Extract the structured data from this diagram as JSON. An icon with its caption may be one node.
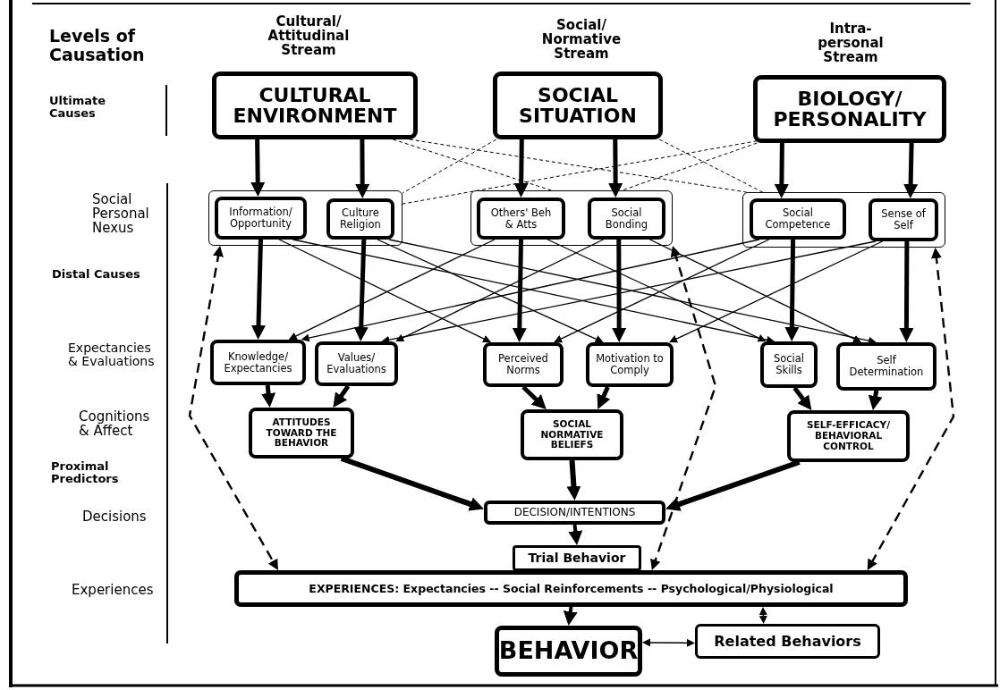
{
  "diagram": {
    "nodes": [
      {
        "text": [
          "CULTURAL ENVIRONMENT"
        ]
      },
      {
        "text": [
          "SOCIAL SITUATION"
        ]
      },
      {
        "text": [
          "BIOLOGY/ PERSONALITY"
        ]
      },
      {
        "text": [],
        "shape": "box"
      },
      {
        "text": [
          "Information/ Opportunity"
        ],
        "in": 3
      },
      {
        "text": [
          "Culture Religion"
        ],
        "in": 3
      },
      {
        "text": [],
        "shape": "box"
      },
      {
        "text": [
          "Others' Beh & Atts"
        ],
        "in": 6
      },
      {
        "text": [
          "Social Bonding"
        ],
        "in": 6
      },
      {
        "text": [],
        "shape": "box"
      },
      {
        "text": [
          "Social Competence"
        ],
        "in": 9
      },
      {
        "text": [
          "Sense of Self"
        ],
        "in": 9
      },
      {
        "text": [
          "Knowledge/ Expectancies"
        ]
      },
      {
        "text": [
          "Values/ Evaluations"
        ]
      },
      {
        "text": [
          "Perceived Norms"
        ]
      },
      {
        "text": [
          "Motivation to Comply"
        ]
      },
      {
        "text": [
          "Social Skills"
        ]
      },
      {
        "text": [
          "Self Determination"
        ]
      },
      {
        "text": [
          "ATTITUDES TOWARD THE BEHAVIOR"
        ]
      },
      {
        "text": [
          "SOCIAL NORMATIVE BELIEFS"
        ]
      },
      {
        "text": [
          "SELF-EFFICACY/ BEHAVIORAL CONTROL"
        ]
      },
      {
        "text": [
          "DECISION/INTENTIONS"
        ]
      },
      {
        "text": [
          "Trial Behavior"
        ]
      },
      {
        "text": [
          "EXPERIENCES: Expectancies -- Social Reinforcements -- Psychological/Physiological"
        ]
      },
      {
        "text": [
          "BEHAVIOR"
        ]
      },
      {
        "text": [
          "Related Behaviors"
        ]
      }
    ],
    "edges": [
      {
        "from": 0,
        "to": 4,
        "arrow": "to",
        "style": "thick"
      },
      {
        "from": 0,
        "to": 5,
        "arrow": "to",
        "style": "thick"
      },
      {
        "from": 1,
        "to": 7,
        "arrow": "to",
        "style": "thick"
      },
      {
        "from": 1,
        "to": 8,
        "arrow": "to",
        "style": "thick"
      },
      {
        "from": 2,
        "to": 10,
        "arrow": "to",
        "style": "thick"
      },
      {
        "from": 2,
        "to": 11,
        "arrow": "to",
        "style": "thick"
      },
      {
        "from": 4,
        "to": 12,
        "arrow": "to",
        "style": "thick"
      },
      {
        "from": 5,
        "to": 13,
        "arrow": "to",
        "style": "thick"
      },
      {
        "from": 7,
        "to": 14,
        "arrow": "to",
        "style": "thick"
      },
      {
        "from": 8,
        "to": 15,
        "arrow": "to",
        "style": "thick"
      },
      {
        "from": 10,
        "to": 16,
        "arrow": "to",
        "style": "thick"
      },
      {
        "from": 11,
        "to": 17,
        "arrow": "to",
        "style": "thick"
      },
      {
        "from": 12,
        "to": 18,
        "arrow": "to",
        "style": "thick"
      },
      {
        "from": 13,
        "to": 18,
        "arrow": "to",
        "style": "thick"
      },
      {
        "from": 14,
        "to": 19,
        "arrow": "to",
        "style": "thick"
      },
      {
        "from": 15,
        "to": 19,
        "arrow": "to",
        "style": "thick"
      },
      {
        "from": 16,
        "to": 20,
        "arrow": "to",
        "style": "thick"
      },
      {
        "from": 17,
        "to": 20,
        "arrow": "to",
        "style": "thick"
      },
      {
        "from": 18,
        "to": 21,
        "arrow": "to",
        "style": "thick"
      },
      {
        "from": 19,
        "to": 21,
        "arrow": "to",
        "style": "thick"
      },
      {
        "from": 20,
        "to": 21,
        "arrow": "to",
        "style": "thick"
      },
      {
        "from": 21,
        "to": 22,
        "arrow": "to"
      },
      {
        "from": 23,
        "to": 24,
        "arrow": "to"
      },
      {
        "from": 24,
        "to": 25,
        "arrow": "both"
      },
      {
        "from": 23,
        "to": 25,
        "arrow": "both"
      },
      {
        "from": 0,
        "to": 6,
        "arrow": "none",
        "style": "dashed"
      },
      {
        "from": 0,
        "to": 9,
        "arrow": "none",
        "style": "dashed"
      },
      {
        "from": 1,
        "to": 3,
        "arrow": "none",
        "style": "dashed"
      },
      {
        "from": 1,
        "to": 9,
        "arrow": "none",
        "style": "dashed"
      },
      {
        "from": 2,
        "to": 3,
        "arrow": "none",
        "style": "dashed"
      },
      {
        "from": 2,
        "to": 6,
        "arrow": "none",
        "style": "dashed"
      },
      {
        "from": 4,
        "to": 14,
        "arrow": "to"
      },
      {
        "from": 4,
        "to": 16,
        "arrow": "to"
      },
      {
        "from": 5,
        "to": 15,
        "arrow": "to"
      },
      {
        "from": 5,
        "to": 17,
        "arrow": "to"
      },
      {
        "from": 7,
        "to": 12,
        "arrow": "to"
      },
      {
        "from": 7,
        "to": 16,
        "arrow": "to"
      },
      {
        "from": 8,
        "to": 13,
        "arrow": "to"
      },
      {
        "from": 8,
        "to": 17,
        "arrow": "to"
      },
      {
        "from": 10,
        "to": 12,
        "arrow": "to"
      },
      {
        "from": 10,
        "to": 14,
        "arrow": "to"
      },
      {
        "from": 11,
        "to": 13,
        "arrow": "to"
      },
      {
        "from": 11,
        "to": 15,
        "arrow": "to"
      },
      {
        "from": 3,
        "to": 23,
        "arrow": "both",
        "style": "dashed"
      },
      {
        "from": 6,
        "to": 23,
        "arrow": "both",
        "style": "dashed"
      },
      {
        "from": 9,
        "to": 23,
        "arrow": "both",
        "style": "dashed"
      }
    ],
    "labels": [
      "Levels of Causation",
      "Cultural/ Attitudinal Stream",
      "Social/ Normative Stream",
      "Intra-personal Stream",
      "Ultimate Causes",
      "Social Personal Nexus",
      "Distal Causes",
      "Expectancies & Evaluations",
      "Cognitions & Affect",
      "Proximal Predictors",
      "Decisions",
      "Experiences"
    ]
  }
}
